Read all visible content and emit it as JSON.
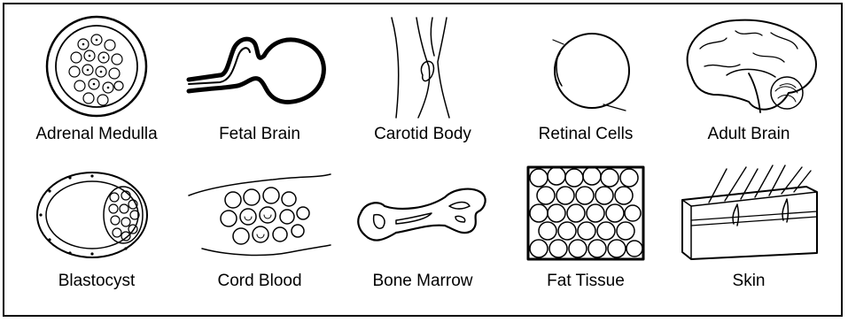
{
  "tissues": [
    {
      "label": "Adrenal Medulla",
      "icon": "adrenal-medulla-icon"
    },
    {
      "label": "Fetal Brain",
      "icon": "fetal-brain-icon"
    },
    {
      "label": "Carotid Body",
      "icon": "carotid-body-icon"
    },
    {
      "label": "Retinal Cells",
      "icon": "retinal-cells-icon"
    },
    {
      "label": "Adult Brain",
      "icon": "adult-brain-icon"
    },
    {
      "label": "Blastocyst",
      "icon": "blastocyst-icon"
    },
    {
      "label": "Cord Blood",
      "icon": "cord-blood-icon"
    },
    {
      "label": "Bone Marrow",
      "icon": "bone-marrow-icon"
    },
    {
      "label": "Fat Tissue",
      "icon": "fat-tissue-icon"
    },
    {
      "label": "Skin",
      "icon": "skin-icon"
    }
  ]
}
